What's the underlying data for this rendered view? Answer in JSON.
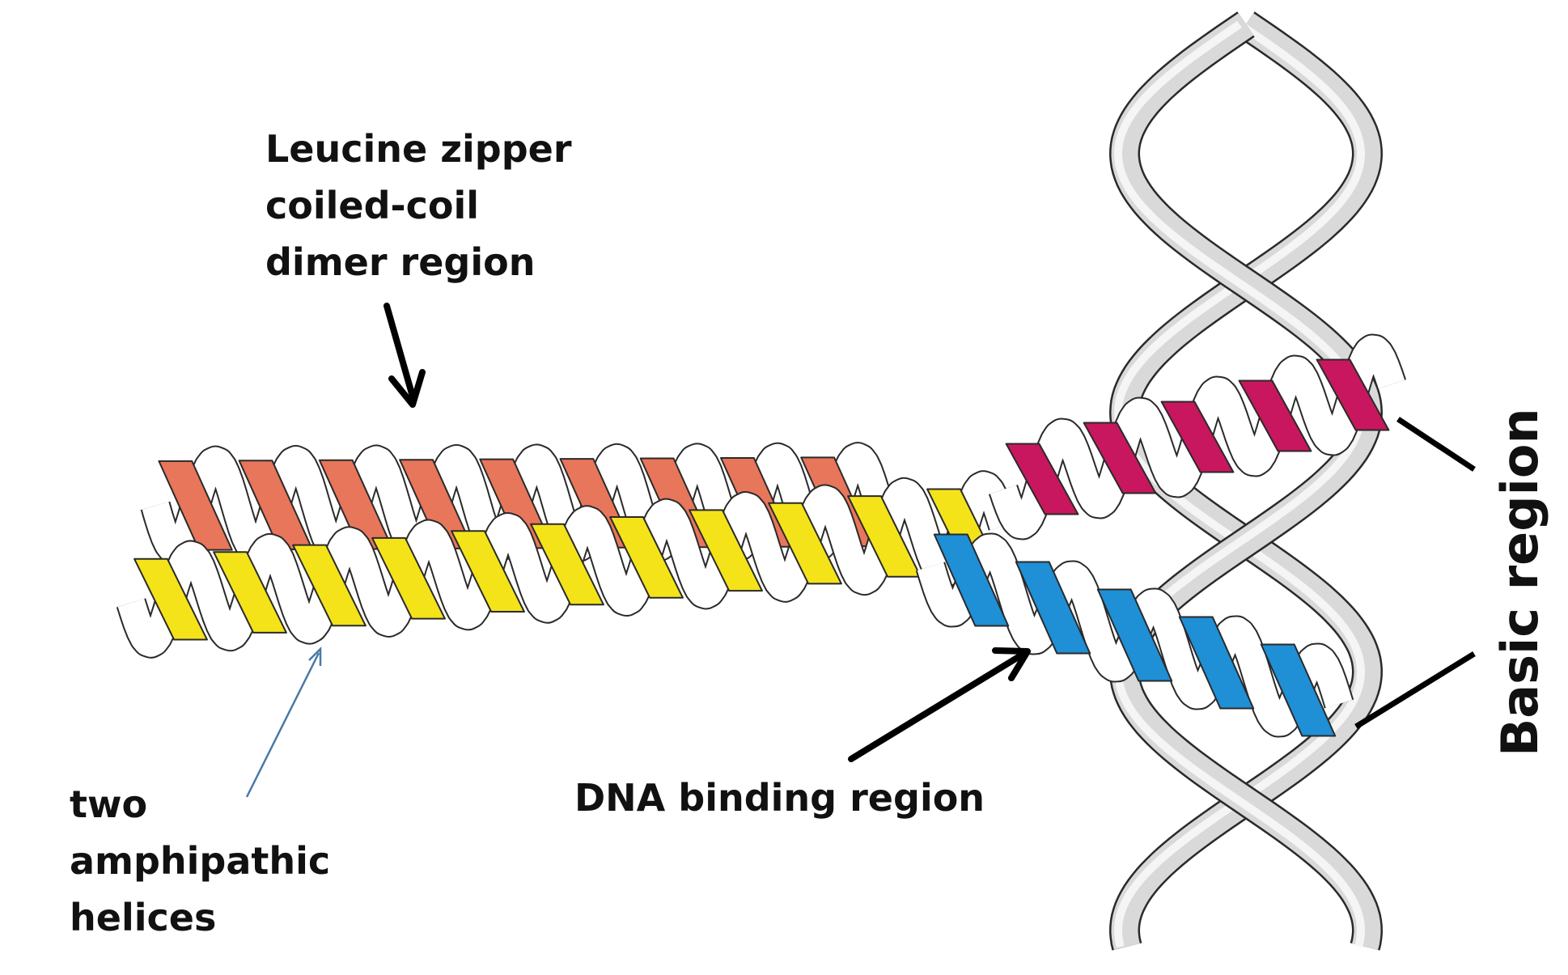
{
  "labels": {
    "leucine_zipper": [
      "Leucine zipper",
      "coiled-coil",
      "dimer region"
    ],
    "amphipathic": [
      "two",
      "amphipathic",
      "helices"
    ],
    "dna_binding": "DNA binding region",
    "basic_region": "Basic region"
  },
  "colors": {
    "helix_top": "#e8765a",
    "helix_bottom": "#f5e31a",
    "basic_top": "#c8175e",
    "basic_bottom": "#1f8fd6",
    "dna": "#d9d9d9",
    "ribbon_back": "#ffffff",
    "outline": "#2a2a2a",
    "arrow_thin": "#4a78a8"
  }
}
